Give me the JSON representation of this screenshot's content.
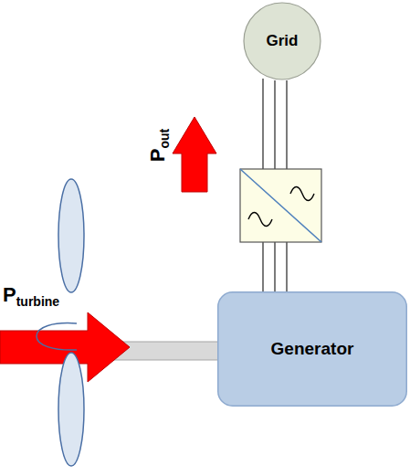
{
  "diagram": {
    "nodes": [
      {
        "text": [
          "Grid"
        ]
      },
      {
        "text": [
          "Generator"
        ]
      }
    ],
    "labels": [
      "P",
      "out",
      "P",
      "turbine"
    ]
  }
}
